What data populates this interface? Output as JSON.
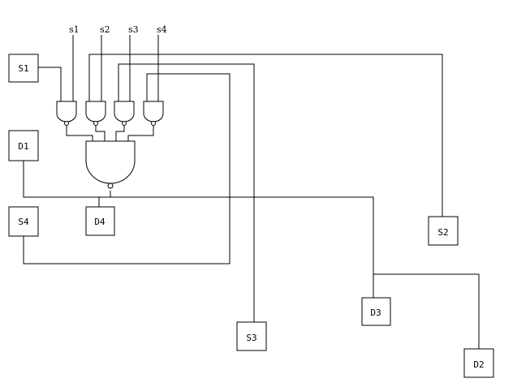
{
  "signals": {
    "s1": "s1",
    "s2": "s2",
    "s3": "s3",
    "s4": "s4"
  },
  "boxes": {
    "S1": "S1",
    "D1": "D1",
    "S4": "S4",
    "D4": "D4",
    "S2": "S2",
    "D3": "D3",
    "S3": "S3",
    "D2": "D2"
  }
}
